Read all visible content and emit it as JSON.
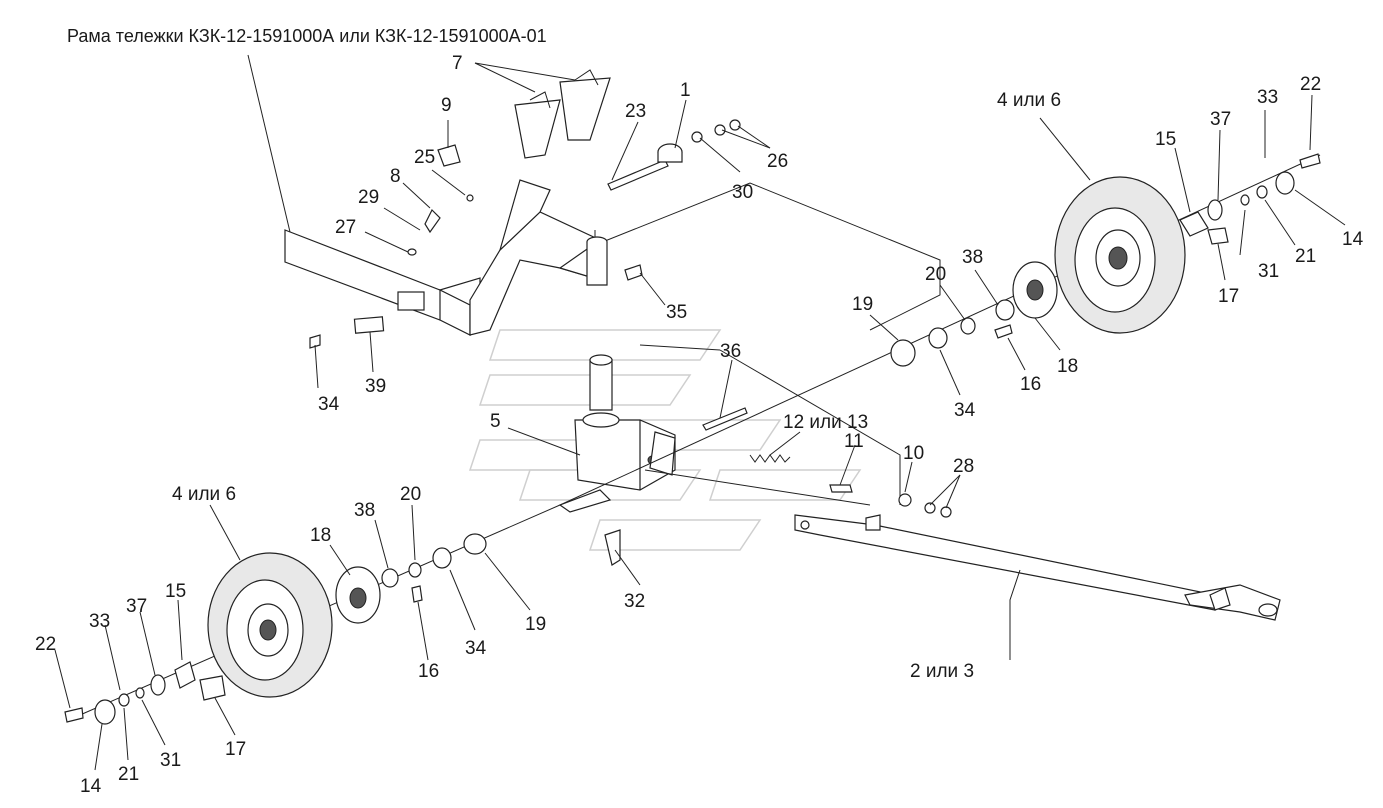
{
  "title": "Рама тележки КЗК-12-1591000А или КЗК-12-1591000А-01",
  "callouts": {
    "c1": "1",
    "c2or3": "2 или 3",
    "c4or6_top": "4 или 6",
    "c4or6_bottom": "4 или 6",
    "c5": "5",
    "c7": "7",
    "c8": "8",
    "c9": "9",
    "c10": "10",
    "c11": "11",
    "c12or13": "12 или 13",
    "c14_right": "14",
    "c14_left": "14",
    "c15_right": "15",
    "c15_left": "15",
    "c16_right": "16",
    "c16_left": "16",
    "c17_right": "17",
    "c17_left": "17",
    "c18_right": "18",
    "c18_left": "18",
    "c19_right": "19",
    "c19_left": "19",
    "c20_right": "20",
    "c20_left": "20",
    "c21_right": "21",
    "c21_left": "21",
    "c22_right": "22",
    "c22_left": "22",
    "c23": "23",
    "c25": "25",
    "c26": "26",
    "c27": "27",
    "c28": "28",
    "c29": "29",
    "c30": "30",
    "c31_right": "31",
    "c31_left": "31",
    "c32": "32",
    "c33_right": "33",
    "c33_left": "33",
    "c34_a": "34",
    "c34_b": "34",
    "c34_c": "34",
    "c35": "35",
    "c36": "36",
    "c37_right": "37",
    "c37_left": "37",
    "c38_right": "38",
    "c38_left": "38",
    "c39": "39"
  }
}
